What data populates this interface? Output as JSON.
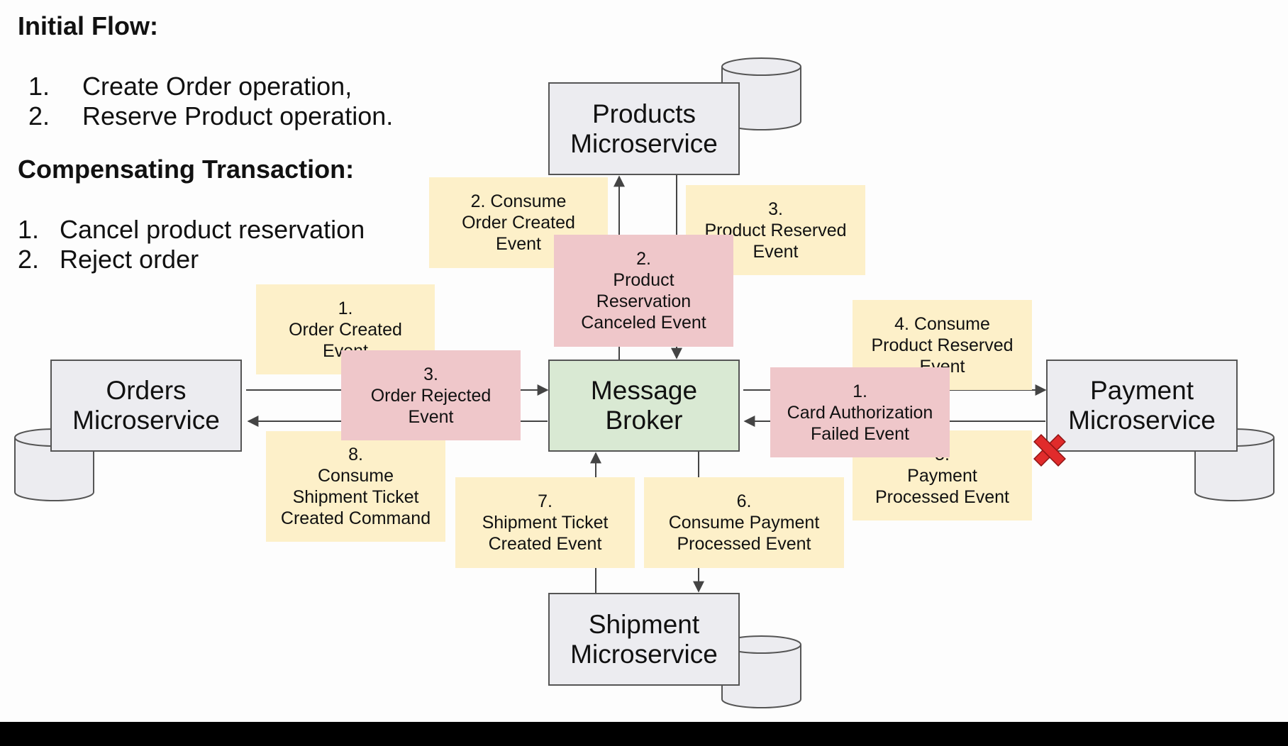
{
  "left_panel": {
    "initial_flow": {
      "heading": "Initial Flow:",
      "items": [
        {
          "num": "1.",
          "text": "Create Order operation,"
        },
        {
          "num": "2.",
          "text": "Reserve Product operation."
        }
      ]
    },
    "compensating": {
      "heading": "Compensating Transaction:",
      "items": [
        {
          "num": "1.",
          "text": "Cancel product reservation"
        },
        {
          "num": "2.",
          "text": "Reject order"
        }
      ]
    }
  },
  "services": {
    "products": "Products\nMicroservice",
    "orders": "Orders\nMicroservice",
    "broker": "Message\nBroker",
    "payment": "Payment\nMicroservice",
    "shipment": "Shipment\nMicroservice"
  },
  "notes": {
    "n1_order_created": "1.\nOrder Created\nEvent",
    "n2_consume_order_created": "2. Consume\nOrder Created\nEvent",
    "n3_product_reserved": "3.\nProduct Reserved\nEvent",
    "n4_consume_product_reserved": "4. Consume\nProduct Reserved\nEvent",
    "n5_payment_processed": "5.\nPayment\nProcessed Event",
    "n6_consume_payment_processed": "6.\nConsume Payment\nProcessed Event",
    "n7_shipment_ticket_created": "7.\nShipment Ticket\nCreated Event",
    "n8_consume_shipment_ticket": "8.\nConsume\nShipment Ticket\nCreated Command"
  },
  "compensation_notes": {
    "c1_card_auth_failed": "1.\nCard Authorization\nFailed Event",
    "c2_product_reservation_canceled": "2.\nProduct\nReservation\nCanceled Event",
    "c3_order_rejected": "3.\nOrder Rejected\nEvent"
  },
  "icons": {
    "failure_mark": "red-x-icon",
    "database": "database-cylinder-icon"
  },
  "colors": {
    "service_fill": "#ececf0",
    "broker_fill": "#d9e9d3",
    "event_note": "#fdf0c9",
    "compensation_note": "#efc7ca",
    "failure_mark": "#e02b2b"
  }
}
